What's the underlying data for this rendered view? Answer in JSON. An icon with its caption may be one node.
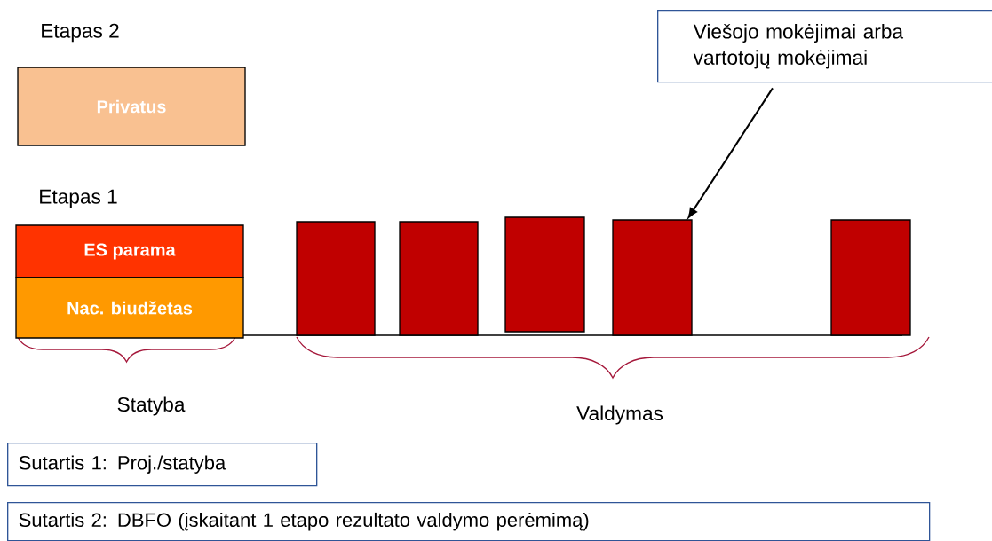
{
  "diagram": {
    "nodes": [
      {
        "text": [
          "Privatus"
        ]
      },
      {
        "text": [
          "ES parama"
        ]
      },
      {
        "text": [
          "Nac. biudžetas"
        ]
      },
      {
        "text": [],
        "shape": "bar"
      },
      {
        "text": [],
        "shape": "bar"
      },
      {
        "text": [],
        "shape": "bar"
      },
      {
        "text": [],
        "shape": "bar"
      },
      {
        "text": [],
        "shape": "bar"
      },
      {
        "text": [
          "Viešojo mokėjimai arba vartotojų mokėjimai"
        ]
      },
      {
        "text": [
          "Sutartis 1: Proj./statyba"
        ]
      },
      {
        "text": [
          "Sutartis 2: DBFO (įskaitant 1 etapo rezultato valdymo perėmimą)"
        ]
      }
    ],
    "edges": [
      {
        "from": 8,
        "to": 6,
        "arrow": "to"
      }
    ],
    "labels": [
      "Etapas 2",
      "Etapas 1",
      "Statyba",
      "Valdymas"
    ]
  }
}
